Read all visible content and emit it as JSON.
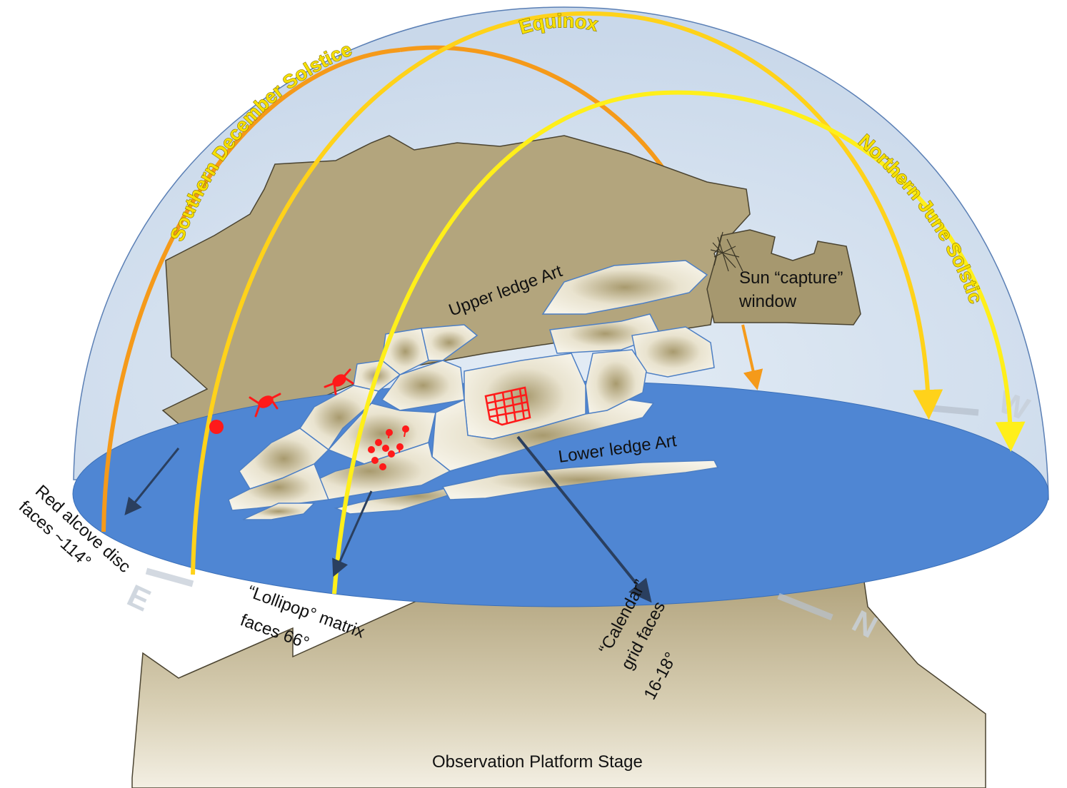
{
  "arcs": {
    "southern": "Southern December Solstice",
    "equinox": "Equinox",
    "northern": "Northern June Solstice"
  },
  "labels": {
    "upper_ledge": "Upper ledge Art",
    "lower_ledge": "Lower ledge Art",
    "sun_capture_1": "Sun “capture”",
    "sun_capture_2": "window",
    "red_alcove_1": "Red alcove disc",
    "red_alcove_2": "faces ~114°",
    "lollipop_1": "“Lollipop° matrix",
    "lollipop_2": "faces 66°",
    "calendar_1": "“Calendar”",
    "calendar_2": "grid faces",
    "calendar_3": "16-18°",
    "platform": "Observation Platform Stage"
  },
  "compass": {
    "east": "E",
    "west": "W",
    "north": "N"
  },
  "colors": {
    "dome": "#dbe6f2",
    "horizon": "#4f86d3",
    "rock": "#b5a680",
    "ledge_light": "#f2eedd",
    "orange_arc": "#f59a1a",
    "yellow_arc": "#ffd21a",
    "bright_yellow_arc": "#ffef1a",
    "red_art": "#ff1a1a",
    "facing_arrow": "#2a3f5f"
  },
  "icons": [
    "sun-arrow-icon",
    "facing-arrow-icon",
    "red-disc-icon",
    "figure-icon",
    "grid-icon",
    "lollipop-icon"
  ]
}
